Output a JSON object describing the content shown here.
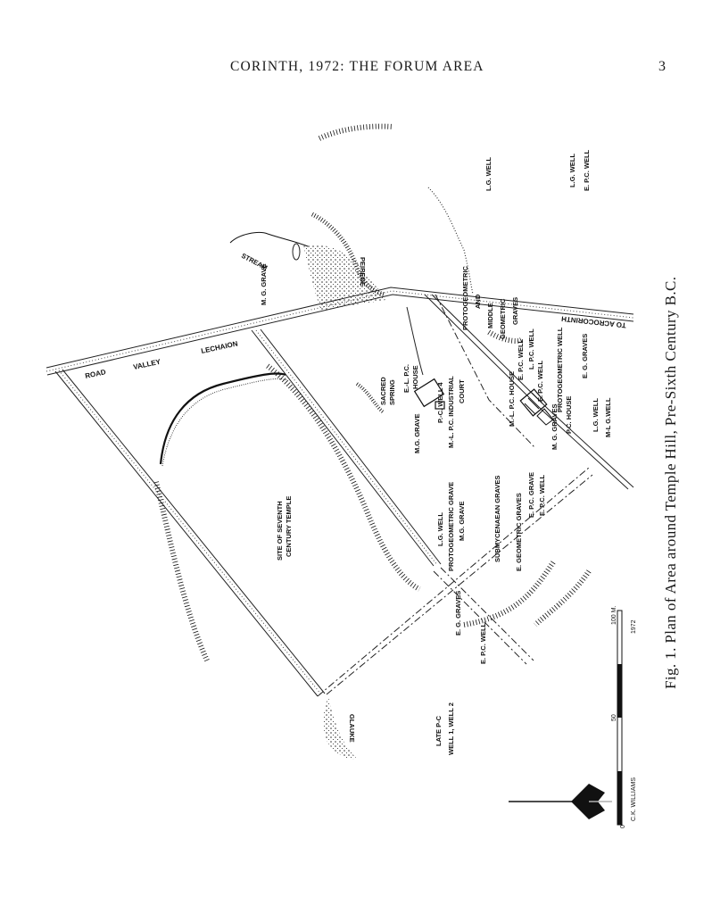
{
  "header": {
    "title": "CORINTH, 1972: THE FORUM AREA",
    "page_number": "3"
  },
  "caption": "Fig. 1. Plan of Area around Temple Hill, Pre-Sixth Century B.C.",
  "map": {
    "road_labels": {
      "lechaion": "LECHAION",
      "valley": "VALLEY",
      "road": "ROAD",
      "to_acrocorinth": "TO ACROCORINTH"
    },
    "stream_label": "STREAM",
    "fountains": {
      "peirene": "PEIRENE",
      "glauke": "GLAUKE"
    },
    "temple_site": [
      "SITE OF SEVENTH",
      "CENTURY TEMPLE"
    ],
    "sacred_spring": [
      "SACRED",
      "SPRING"
    ],
    "house_el_pc": [
      "E.-L. P.C.",
      "HOUSE"
    ],
    "labels": {
      "mg_grave_north": "M. G. GRAVE",
      "lg_well_ne": "L.G. WELL",
      "lg_well_east": "L.G. WELL",
      "epc_well_east": "E. P.C. WELL",
      "proto_middle_1": "PROTOGEOMETRIC",
      "proto_middle_2": "AND",
      "proto_middle_3": "MIDDLE",
      "proto_middle_4": "GEOMETRIC",
      "proto_middle_5": "GRAVES",
      "epc_well_2": "E. P.C. WELL",
      "lpc_well": "L. P.C. WELL",
      "eg_graves_east": "E. G. GRAVES",
      "proto_well": "PROTOGEOMETRIC WELL",
      "ml_pc_house": "M.-L. P.C. HOUSE",
      "epc_well_3": "E. P.C. WELL",
      "lg_well_4": "L.G. WELL",
      "ml_g_well": "M-L G.WELL",
      "mg_graves": "M. G. GRAVES",
      "pc_house": "P.C. HOUSE",
      "mg_grave_center": "M.G. GRAVE",
      "pc_well4_1": "P.-C. WELL 4",
      "pc_well4_2": "M.-L. P.C. INDUSTRIAL",
      "pc_well4_3": "COURT",
      "lg_well_5": "L.G. WELL",
      "proto_grave": "PROTOGEOMETRIC GRAVE",
      "mg_grave_2": "M.G. GRAVE",
      "submyc": "SUBMYCENAEAN GRAVES",
      "eg_geo_graves": "E. GEOMETRIC GRAVES",
      "epc_grave": "E. P.C. GRAVE",
      "epc_well_4": "E. P.C. WELL",
      "eg_graves_sw": "E. G. GRAVES",
      "epc_well_5": "E. P.C. WELL",
      "late_pc_1": "LATE P-C",
      "late_pc_2": "WELL 1, WELL 2"
    },
    "scale": {
      "zero": "0",
      "fifty": "50",
      "hundred": "100 M.",
      "year": "1972",
      "author": "C.K. WILLIAMS"
    }
  }
}
